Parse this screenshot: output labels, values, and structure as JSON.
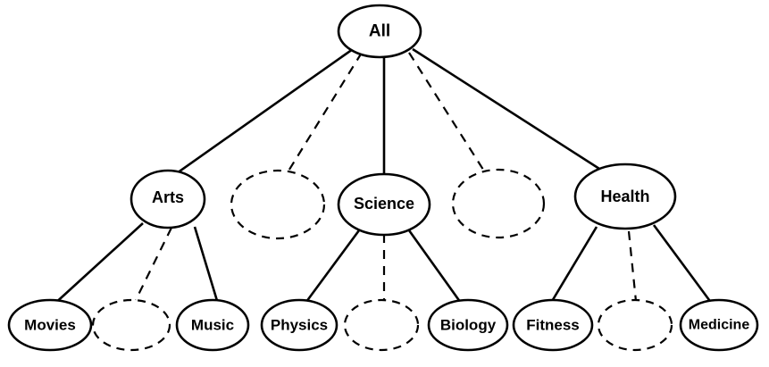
{
  "tree": {
    "root": {
      "label": "All"
    },
    "level1": [
      {
        "label": "Arts",
        "placeholder": false
      },
      {
        "label": "",
        "placeholder": true
      },
      {
        "label": "Science",
        "placeholder": false
      },
      {
        "label": "",
        "placeholder": true
      },
      {
        "label": "Health",
        "placeholder": false
      }
    ],
    "level2": [
      {
        "label": "Movies",
        "placeholder": false
      },
      {
        "label": "",
        "placeholder": true
      },
      {
        "label": "Music",
        "placeholder": false
      },
      {
        "label": "Physics",
        "placeholder": false
      },
      {
        "label": "",
        "placeholder": true
      },
      {
        "label": "Biology",
        "placeholder": false
      },
      {
        "label": "Fitness",
        "placeholder": false
      },
      {
        "label": "",
        "placeholder": true
      },
      {
        "label": "Medicine",
        "placeholder": false
      }
    ]
  },
  "colors": {
    "stroke": "#000000",
    "fill": "#ffffff"
  }
}
